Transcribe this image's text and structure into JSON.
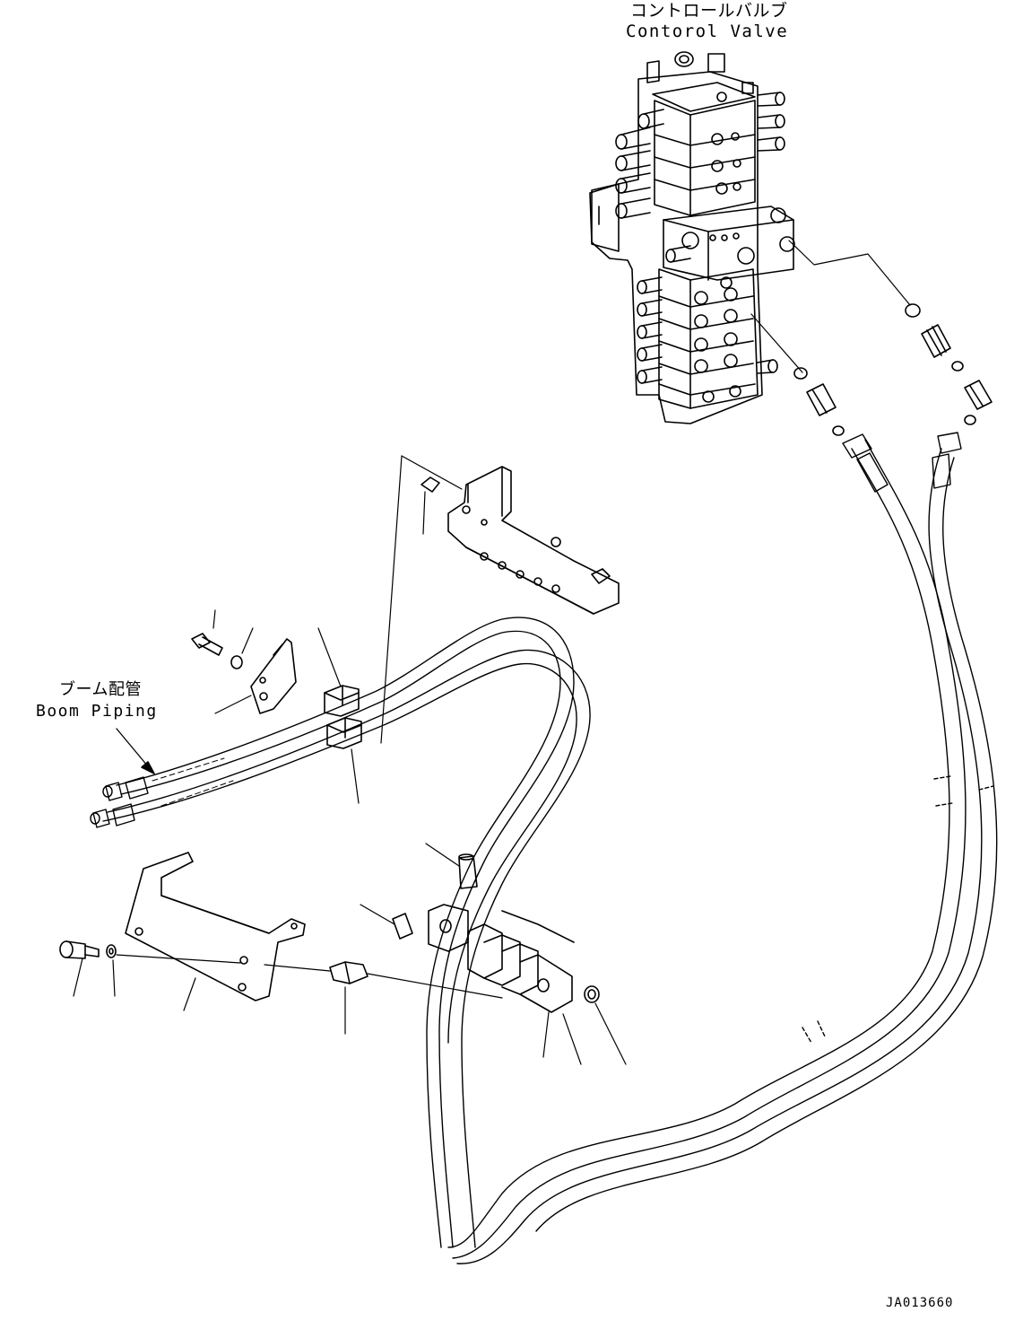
{
  "labels": {
    "control_valve_jp": "コントロールバルブ",
    "control_valve_en": "Contorol Valve",
    "boom_piping_jp": "ブーム配管",
    "boom_piping_en": "Boom Piping",
    "drawing_id": "JA013660"
  }
}
